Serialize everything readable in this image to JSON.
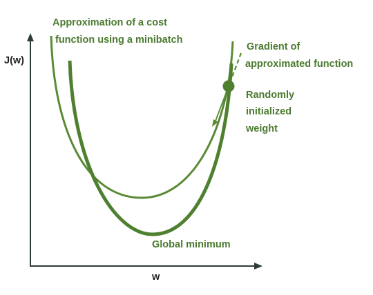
{
  "labels": {
    "approx_line1": "Approximation of a cost",
    "approx_line2": "function using a minibatch",
    "gradient_line1": "Gradient of",
    "gradient_line2": "approximated function",
    "weight_line1": "Randomly",
    "weight_line2": "initialized",
    "weight_line3": "weight",
    "global_minimum": "Global minimum",
    "y_axis": "J(w)",
    "x_axis": "w"
  },
  "colors": {
    "curve": "#5a8a35",
    "curve_dark": "#4b7a2f",
    "axis": "#2f3a3a",
    "background": "#ffffff"
  },
  "icons": {
    "weight_point": "filled-circle",
    "axis_arrowheads": "triangle-arrowhead"
  }
}
